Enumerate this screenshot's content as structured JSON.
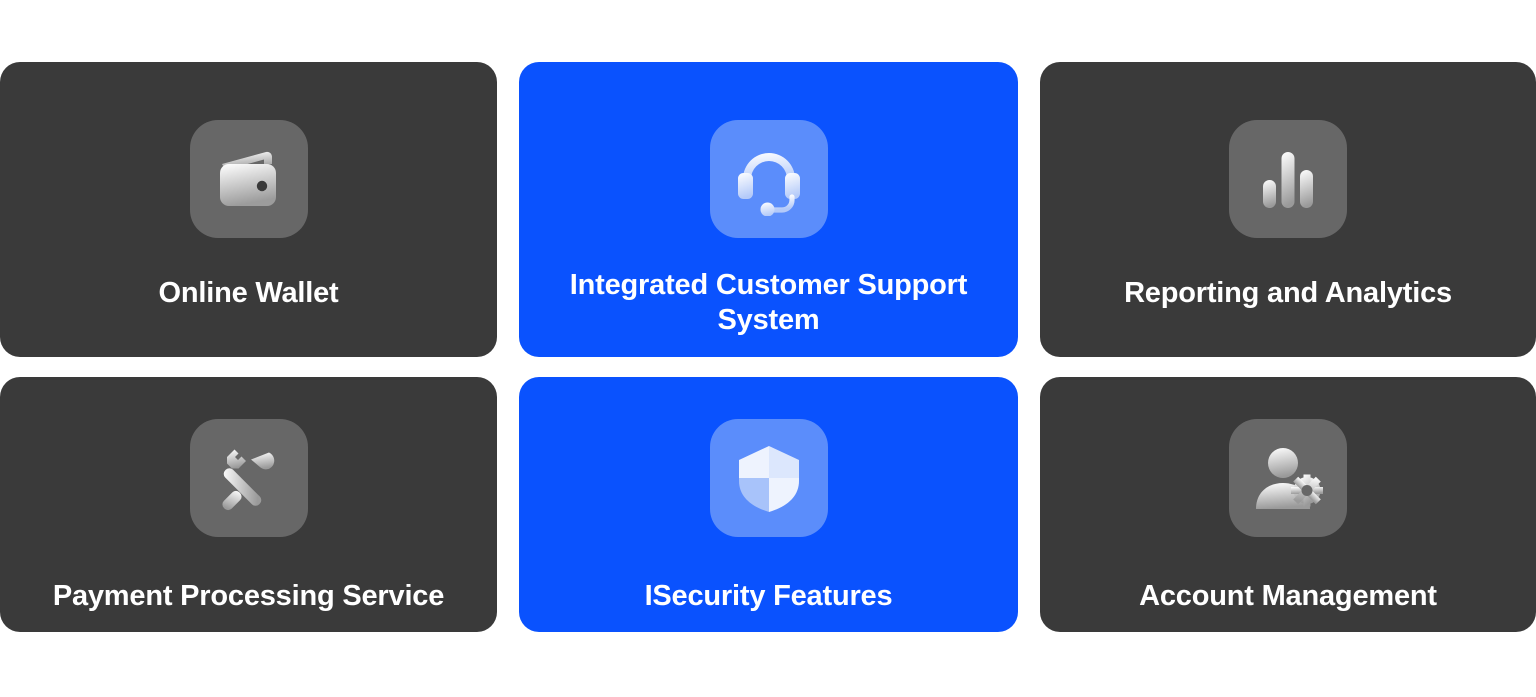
{
  "page": {
    "background_color": "#ffffff",
    "layout": "2-row by 3-column feature card grid",
    "columns": 3,
    "rows": 2
  },
  "theme": {
    "card_dark_color": "#3a3a3a",
    "card_blue_color": "#0a52fe",
    "icon_tile_dark_color": "#676767",
    "icon_tile_blue_color": "#5b8dfb",
    "label_color": "#ffffff",
    "icon_gradient_light": "#ffffff",
    "icon_gradient_dark": "#9a9a9a",
    "icon_gradient_blue_light": "#ffffff",
    "icon_gradient_blue_dark": "#aec6fb"
  },
  "cards": [
    {
      "id": "online-wallet",
      "label": "Online Wallet",
      "variant": "dark",
      "icon": "wallet-icon",
      "row": 1,
      "column": 1
    },
    {
      "id": "integrated-customer-support-system",
      "label": "Integrated Customer Support System",
      "label_line1": "Integrated Customer",
      "label_line2": "Support System",
      "variant": "blue",
      "icon": "headset-icon",
      "row": 1,
      "column": 2
    },
    {
      "id": "reporting-and-analytics",
      "label": "Reporting and Analytics",
      "variant": "dark",
      "icon": "bar-chart-icon",
      "row": 1,
      "column": 3
    },
    {
      "id": "payment-processing-service",
      "label": "Payment Processing Service",
      "variant": "dark",
      "icon": "tools-icon",
      "row": 2,
      "column": 1
    },
    {
      "id": "isecurity-features",
      "label": "ISecurity Features",
      "variant": "blue",
      "icon": "shield-icon",
      "row": 2,
      "column": 2
    },
    {
      "id": "account-management",
      "label": "Account Management",
      "variant": "dark",
      "icon": "user-gear-icon",
      "row": 2,
      "column": 3
    }
  ]
}
